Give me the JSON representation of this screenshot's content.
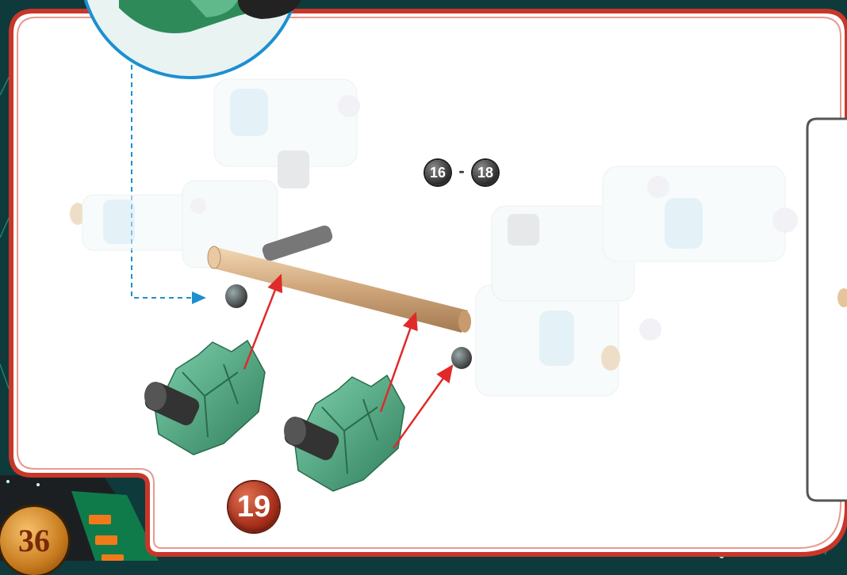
{
  "page": {
    "page_number": "36",
    "step_number": "19",
    "reference_range": {
      "from": "16",
      "separator": "-",
      "to": "18"
    }
  },
  "colors": {
    "border_red": "#c8372a",
    "callout_blue": "#1d8fd1",
    "arrow_red": "#e02a2a",
    "rod_tan": "#cfa77a",
    "connector_green": "#4fa883",
    "background_teal": "#0e3a3c"
  }
}
